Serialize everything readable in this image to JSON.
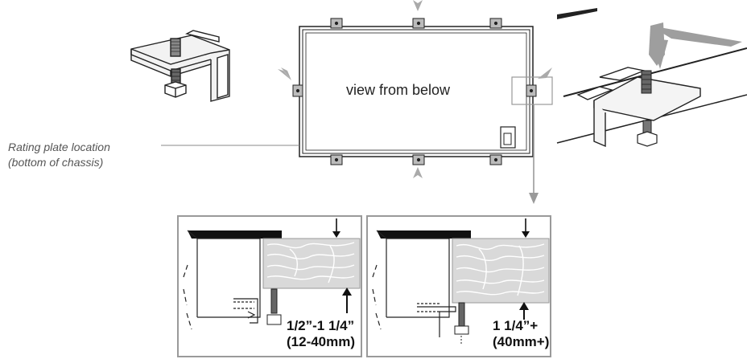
{
  "diagram": {
    "view_label": "view from below",
    "rating_label_line1": "Rating plate location",
    "rating_label_line2": "(bottom of chassis)",
    "panel_left": {
      "dimension_line1": "1/2”-1 1/4”",
      "dimension_line2": "(12-40mm)"
    },
    "panel_right": {
      "dimension_line1": "1 1/4”+",
      "dimension_line2": "(40mm+)"
    }
  },
  "icons": [
    "bracket-clamp-icon",
    "mounting-clip-icon",
    "arrow-down-icon",
    "wood-grain-icon"
  ],
  "colors": {
    "arrow_gray": "#a8a8a8",
    "wood_fill": "#d9d9d9",
    "outline": "#222222",
    "panel_border": "#9a9a9a"
  }
}
